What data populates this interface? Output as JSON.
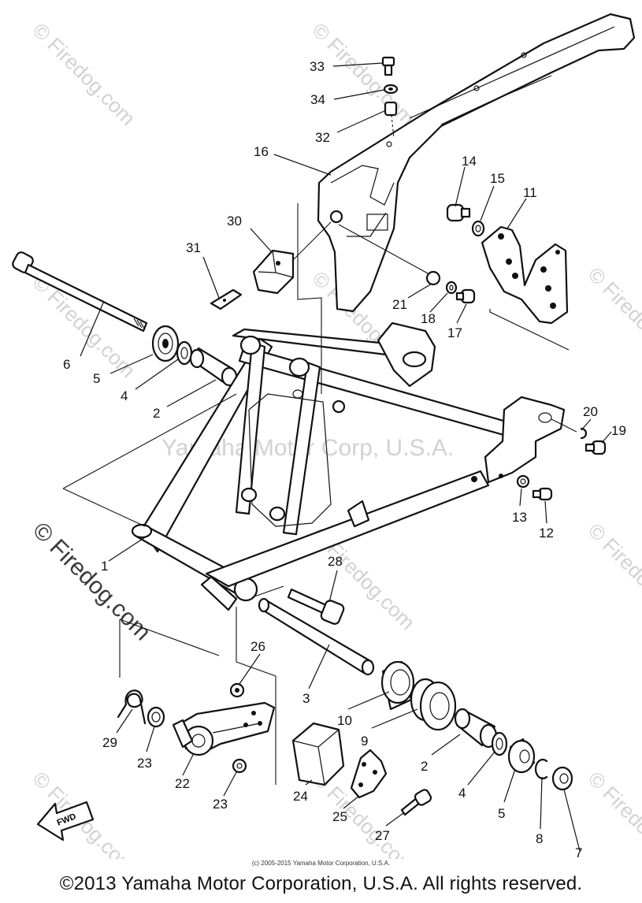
{
  "watermarks": {
    "center": "Yamaha Motor Corp, U.S.A.",
    "firedog": "© Firedog.com",
    "firedog_faint": "© Firedog.com"
  },
  "fwd_label": "FWD",
  "callouts": [
    {
      "id": "1",
      "label": "1"
    },
    {
      "id": "2a",
      "label": "2"
    },
    {
      "id": "2b",
      "label": "2"
    },
    {
      "id": "3",
      "label": "3"
    },
    {
      "id": "4a",
      "label": "4"
    },
    {
      "id": "4b",
      "label": "4"
    },
    {
      "id": "5a",
      "label": "5"
    },
    {
      "id": "5b",
      "label": "5"
    },
    {
      "id": "6",
      "label": "6"
    },
    {
      "id": "7",
      "label": "7"
    },
    {
      "id": "8",
      "label": "8"
    },
    {
      "id": "9",
      "label": "9"
    },
    {
      "id": "10",
      "label": "10"
    },
    {
      "id": "11",
      "label": "11"
    },
    {
      "id": "12",
      "label": "12"
    },
    {
      "id": "13",
      "label": "13"
    },
    {
      "id": "14",
      "label": "14"
    },
    {
      "id": "15",
      "label": "15"
    },
    {
      "id": "16",
      "label": "16"
    },
    {
      "id": "17",
      "label": "17"
    },
    {
      "id": "18",
      "label": "18"
    },
    {
      "id": "19",
      "label": "19"
    },
    {
      "id": "20",
      "label": "20"
    },
    {
      "id": "21",
      "label": "21"
    },
    {
      "id": "22",
      "label": "22"
    },
    {
      "id": "23a",
      "label": "23"
    },
    {
      "id": "23b",
      "label": "23"
    },
    {
      "id": "24",
      "label": "24"
    },
    {
      "id": "25",
      "label": "25"
    },
    {
      "id": "26",
      "label": "26"
    },
    {
      "id": "27",
      "label": "27"
    },
    {
      "id": "28",
      "label": "28"
    },
    {
      "id": "29",
      "label": "29"
    },
    {
      "id": "30",
      "label": "30"
    },
    {
      "id": "31",
      "label": "31"
    },
    {
      "id": "32",
      "label": "32"
    },
    {
      "id": "33",
      "label": "33"
    },
    {
      "id": "34",
      "label": "34"
    }
  ],
  "footer": {
    "small_credit": "(c) 2005-2015 Yamaha Motor Corporation, U.S.A.",
    "copyright": "©2013 Yamaha Motor Corporation, U.S.A. All rights reserved."
  }
}
